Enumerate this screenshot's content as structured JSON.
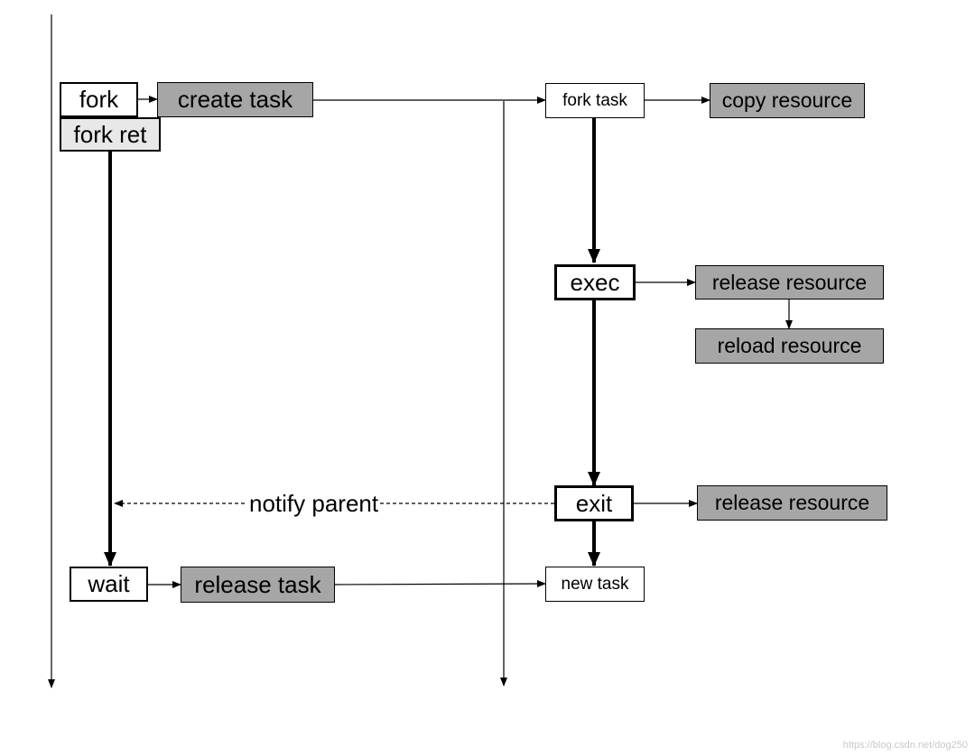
{
  "boxes": {
    "fork": "fork",
    "fork_ret": "fork ret",
    "create_task": "create task",
    "fork_task": "fork task",
    "copy_resource": "copy resource",
    "exec": "exec",
    "release_resource_exec": "release resource",
    "reload_resource": "reload resource",
    "exit": "exit",
    "release_resource_exit": "release resource",
    "wait": "wait",
    "release_task": "release task",
    "new_task": "new task"
  },
  "edge_labels": {
    "notify_parent": "notify parent"
  },
  "watermark": "https://blog.csdn.net/dog250",
  "colors": {
    "gray_fill": "#a6a6a6",
    "light_fill": "#e8e8e8",
    "line": "#000000"
  }
}
